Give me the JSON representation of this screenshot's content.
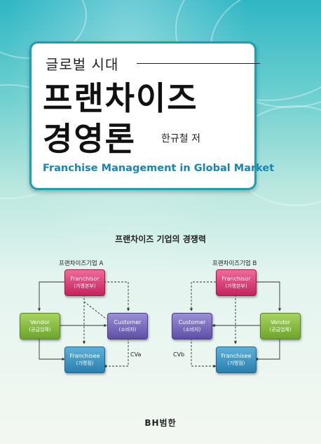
{
  "cover": {
    "subtitle_kr": "글로벌 시대",
    "title_line1": "프랜차이즈",
    "title_line2": "경영론",
    "author": "한규철 저",
    "subtitle_en": "Franchise Management in Global Market",
    "publisher": "BH범한"
  },
  "diagram": {
    "heading": "프랜차이즈 기업의 경쟁력",
    "left": {
      "label": "프랜차이즈기업 A",
      "franchisor": {
        "name": "Franchisor",
        "sub": "(가맹본부)"
      },
      "vendor": {
        "name": "Vendor",
        "sub": "(공급업체)"
      },
      "customer": {
        "name": "Customer",
        "sub": "(소비자)"
      },
      "franchisee": {
        "name": "Franchisee",
        "sub": "(가맹점)"
      },
      "cv": "CVa"
    },
    "right": {
      "label": "프랜차이즈기업 B",
      "franchisor": {
        "name": "Franchisor",
        "sub": "(가맹본부)"
      },
      "customer": {
        "name": "Customer",
        "sub": "(소비자)"
      },
      "vendor": {
        "name": "Vendor",
        "sub": "(공급업체)"
      },
      "franchisee": {
        "name": "Franchisee",
        "sub": "(가맹점)"
      },
      "cv": "CVb"
    }
  },
  "colors": {
    "accent": "#1aa0ae",
    "franchisor": "#d63a73",
    "customer": "#6f61b7",
    "vendor": "#86bd3c",
    "franchisee": "#3590c0"
  }
}
